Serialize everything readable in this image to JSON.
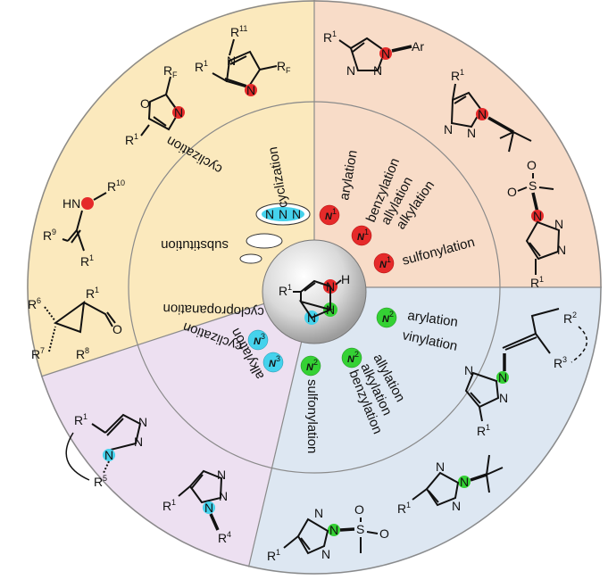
{
  "colors": {
    "tan": "#fbe9bd",
    "peach": "#f8dcc8",
    "blue": "#dde7f2",
    "lavender": "#ede0f1",
    "border": "#8a8a8a",
    "red_atom": "#e52a2a",
    "green_atom": "#34d134",
    "cyan_atom": "#45d2ec"
  },
  "center": {
    "R": "R",
    "R_sup": "1",
    "N": "N",
    "H": "H"
  },
  "n1": {
    "badge": "N",
    "badge_sup": "1",
    "labels": [
      "arylation",
      "benzylation",
      "allylation",
      "alkylation",
      "sulfonylation"
    ]
  },
  "n2": {
    "badge": "N",
    "badge_sup": "2",
    "labels": [
      "arylation",
      "vinylation",
      "allylation",
      "alkylation",
      "benzylation",
      "sulfonylation"
    ]
  },
  "n3": {
    "badge": "N",
    "badge_sup": "3",
    "labels": [
      "cyclization",
      "alkylation",
      "cyclization",
      "substitution",
      "cyclopropanation"
    ]
  },
  "groups": {
    "R1": "R",
    "R1_sup": "1",
    "R2": "R",
    "R2_sup": "2",
    "R3": "R",
    "R3_sup": "3",
    "R4": "R",
    "R4_sup": "4",
    "R5": "R",
    "R5_sup": "5",
    "R6": "R",
    "R6_sup": "6",
    "R7": "R",
    "R7_sup": "7",
    "R8": "R",
    "R8_sup": "8",
    "R9": "R",
    "R9_sup": "9",
    "R10": "R",
    "R10_sup": "10",
    "R11": "R",
    "R11_sup": "11",
    "RF": "R",
    "RF_sub": "F",
    "Ar": "Ar",
    "N": "N",
    "O": "O",
    "S": "S",
    "HN": "HN"
  }
}
